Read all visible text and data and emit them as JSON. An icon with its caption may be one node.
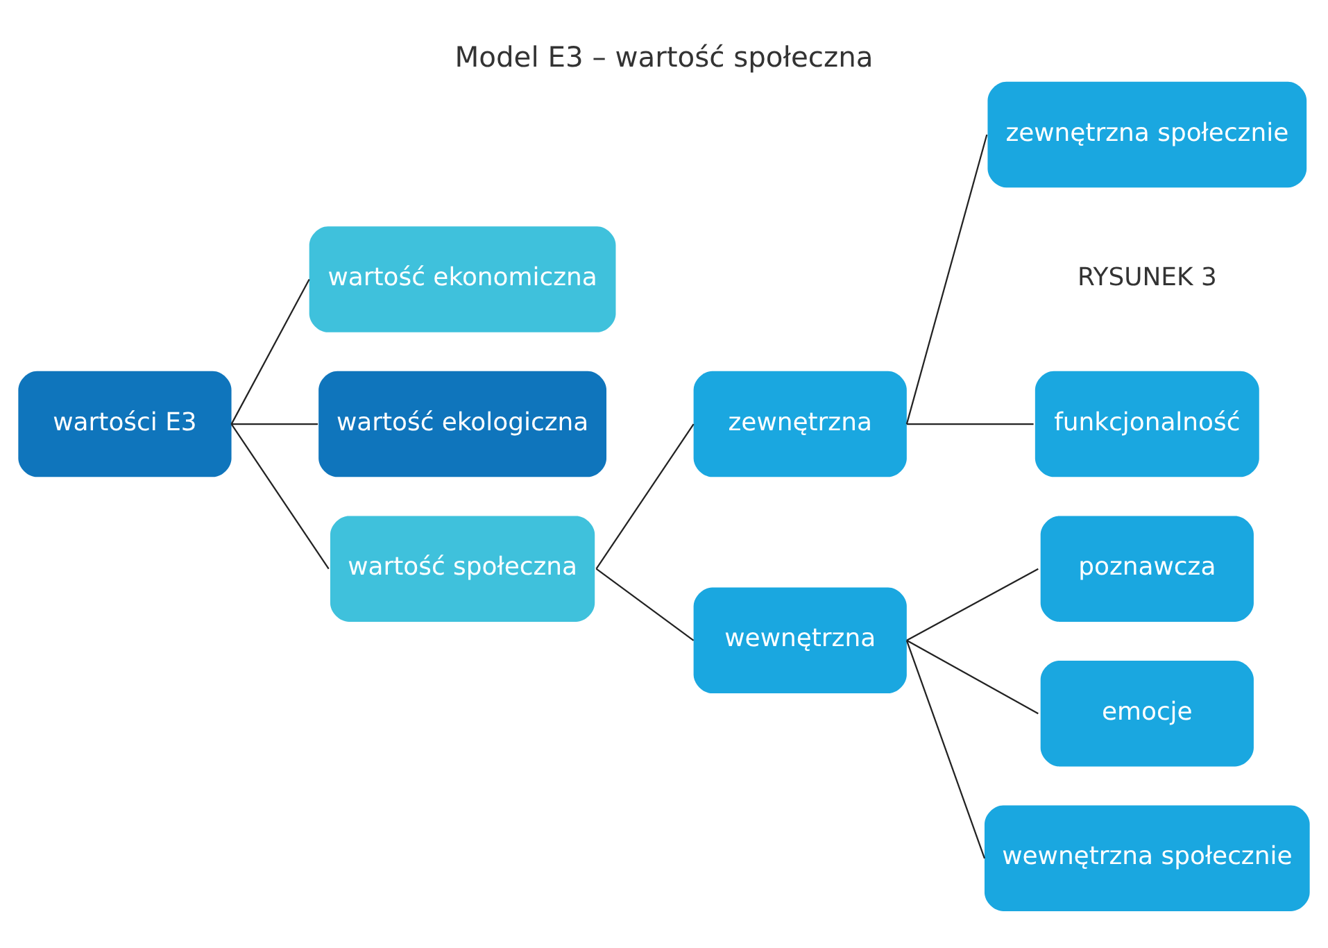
{
  "diagram": {
    "title": "Model E3 – wartość społeczna",
    "nodes": [
      {
        "text": [
          "wartości E3"
        ]
      },
      {
        "text": [
          "wartość ekonomiczna"
        ]
      },
      {
        "text": [
          "wartość ekologiczna"
        ]
      },
      {
        "text": [
          "wartość społeczna"
        ]
      },
      {
        "text": [
          "zewnętrzna"
        ]
      },
      {
        "text": [
          "wewnętrzna"
        ]
      },
      {
        "text": [
          "funkcjonalność"
        ]
      },
      {
        "text": [
          "zewnętrzna społecznie"
        ]
      },
      {
        "text": [
          "emocje"
        ]
      },
      {
        "text": [
          "wewnętrzna społecznie"
        ]
      },
      {
        "text": [
          "poznawcza"
        ]
      }
    ],
    "edges": [
      {
        "from": 0,
        "to": 1,
        "arrow": "none"
      },
      {
        "from": 0,
        "to": 2,
        "arrow": "none"
      },
      {
        "from": 0,
        "to": 3,
        "arrow": "none"
      },
      {
        "from": 3,
        "to": 4,
        "arrow": "none"
      },
      {
        "from": 3,
        "to": 5,
        "arrow": "none"
      },
      {
        "from": 4,
        "to": 6,
        "arrow": "none"
      },
      {
        "from": 4,
        "to": 7,
        "arrow": "none"
      },
      {
        "from": 5,
        "to": 8,
        "arrow": "none"
      },
      {
        "from": 5,
        "to": 9,
        "arrow": "none"
      },
      {
        "from": 5,
        "to": 10,
        "arrow": "none"
      }
    ],
    "labels": [
      "RYSUNEK 3"
    ]
  }
}
